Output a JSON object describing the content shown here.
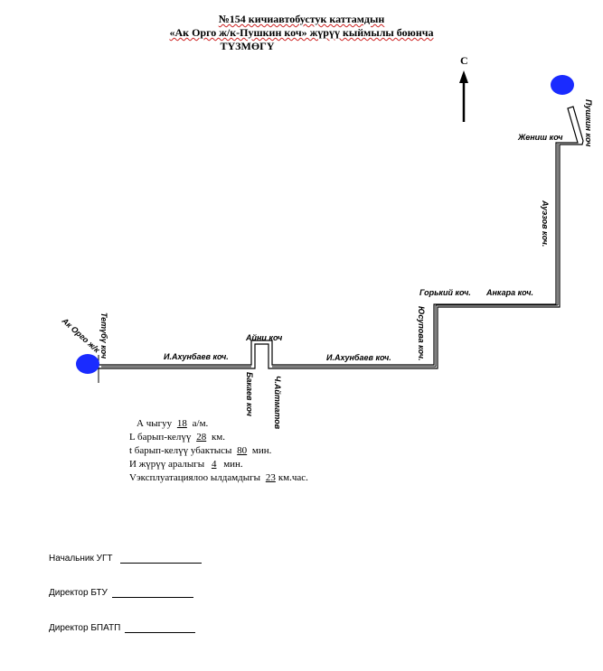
{
  "header": {
    "line1": "№154 кичиавтобустук каттамдын",
    "line2": "«Ак Орго ж/к-Пушкин коч» жүрүү кыймылы боюнча",
    "line3": "ТҮЗМӨГҮ"
  },
  "compass": {
    "label": "С"
  },
  "stops": {
    "start": "Ак Орго ж/к",
    "end": "Пушкин коч"
  },
  "streets": {
    "tettuvu": "Тетүбү коч",
    "akhunbaev_1": "И.Ахунбаев коч.",
    "ayni": "Айни коч",
    "bakaev": "Бакаев коч",
    "aitmatov": "Ч.Айтматов",
    "akhunbaev_2": "И.Ахунбаев коч.",
    "yusupova": "Юсупова коч.",
    "gorky": "Горький коч.",
    "ankara": "Анкара коч.",
    "auezov": "Ауэзов коч.",
    "zhenish": "Жениш коч",
    "pushkin": "Пушкин коч"
  },
  "stats": {
    "departures_label": "А чыгуу",
    "departures_value": "18",
    "departures_unit": "а/м.",
    "length_label": "L барып-келүү",
    "length_value": "28",
    "length_unit": "км.",
    "time_label": "t барып-келүү убактысы",
    "time_value": "80",
    "time_unit": "мин.",
    "interval_label": "И жүрүү аралыгы",
    "interval_value": "4",
    "interval_unit": "мин.",
    "speed_label": "Vэксплуатациялоо ылдамдыгы",
    "speed_value": "23",
    "speed_unit": "км.час."
  },
  "signatures": {
    "s1": "Начальник УГТ",
    "s2": "Директор БТУ",
    "s3": "Директор БПАТП"
  },
  "colors": {
    "stop_fill": "#1a2bff",
    "route_line": "#000000",
    "underline_wavy": "#cc2222"
  }
}
